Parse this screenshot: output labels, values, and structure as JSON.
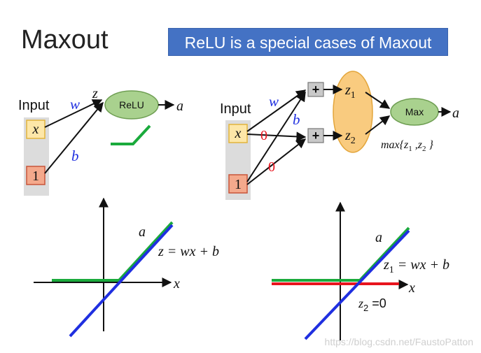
{
  "title": "Maxout",
  "banner": "ReLU is a special cases of Maxout",
  "colors": {
    "banner_bg": "#4472c4",
    "input_x_fill": "#fde7a8",
    "input_1_fill": "#f4a98c",
    "input_panel": "#dcdcdc",
    "relu_node": "#a9d18e",
    "max_node": "#a9d18e",
    "z_ellipse": "#f9cb7f",
    "sum_box": "#c9c9c9",
    "green_line": "#1aaa3c",
    "blue_line": "#1f2fe0",
    "red_line": "#e8141e",
    "weight_blue": "#1f2fe0",
    "zero_red": "#e8141e"
  },
  "left_net": {
    "input_label": "Input",
    "x_label": "x",
    "one_label": "1",
    "w_label": "w",
    "b_label": "b",
    "z_label": "z",
    "node_label": "ReLU",
    "output_label": "a"
  },
  "right_net": {
    "input_label": "Input",
    "x_label": "x",
    "one_label": "1",
    "w_label": "w",
    "b_label": "b",
    "zero_top": "0",
    "zero_bottom": "0",
    "plus_top": "+",
    "plus_bottom": "+",
    "z1_label": "z",
    "z1_sub": "1",
    "z2_label": "z",
    "z2_sub": "2",
    "node_label": "Max",
    "output_label": "a",
    "max_expr_prefix": "max{z",
    "max_sub1": "1",
    "max_expr_mid": " ,z",
    "max_sub2": "2",
    "max_expr_suffix": " }"
  },
  "left_plot": {
    "a_label": "a",
    "eq_label": "z = wx + b",
    "x_axis_label": "x"
  },
  "right_plot": {
    "a_label": "a",
    "z1_eq_prefix": "z",
    "z1_eq_sub": "1",
    "z1_eq_suffix": " = wx + b",
    "z2_eq_prefix": "z",
    "z2_eq_sub": "2",
    "z2_eq_suffix": " =0",
    "x_axis_label": "x"
  },
  "watermark": "https://blog.csdn.net/FaustoPatton"
}
